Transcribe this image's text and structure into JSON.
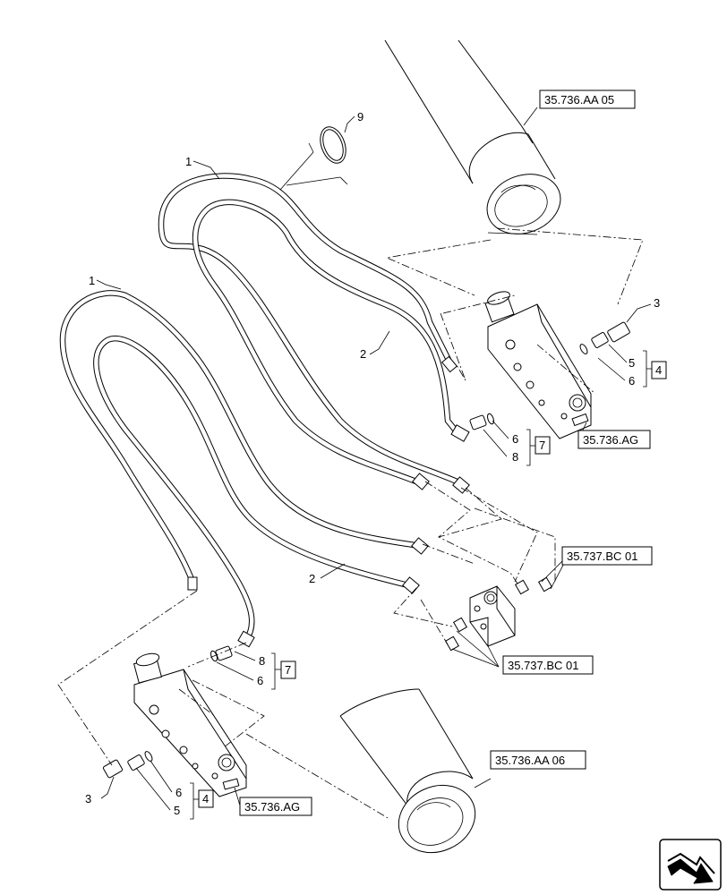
{
  "part_labels": {
    "p1_upper": "1",
    "p1_lower": "1",
    "p9": "9",
    "p2_upper": "2",
    "p2_lower": "2",
    "p3_upper": "3",
    "p3_lower": "3",
    "p5_upper": "5",
    "p6_upper": "6",
    "p4_upper": "4",
    "p6_mid": "6",
    "p8_mid": "8",
    "p7_mid": "7",
    "p8_lower": "8",
    "p6_lower": "6",
    "p7_lower": "7",
    "p6_bottom": "6",
    "p5_bottom": "5",
    "p4_bottom": "4"
  },
  "references": {
    "ref_aa05": "35.736.AA 05",
    "ref_ag_upper": "35.736.AG",
    "ref_bc01_upper": "35.737.BC 01",
    "ref_bc01_lower": "35.737.BC 01",
    "ref_aa06": "35.736.AA 06",
    "ref_ag_lower": "35.736.AG"
  },
  "icons": {
    "nav": "next-page-arrow-icon"
  }
}
